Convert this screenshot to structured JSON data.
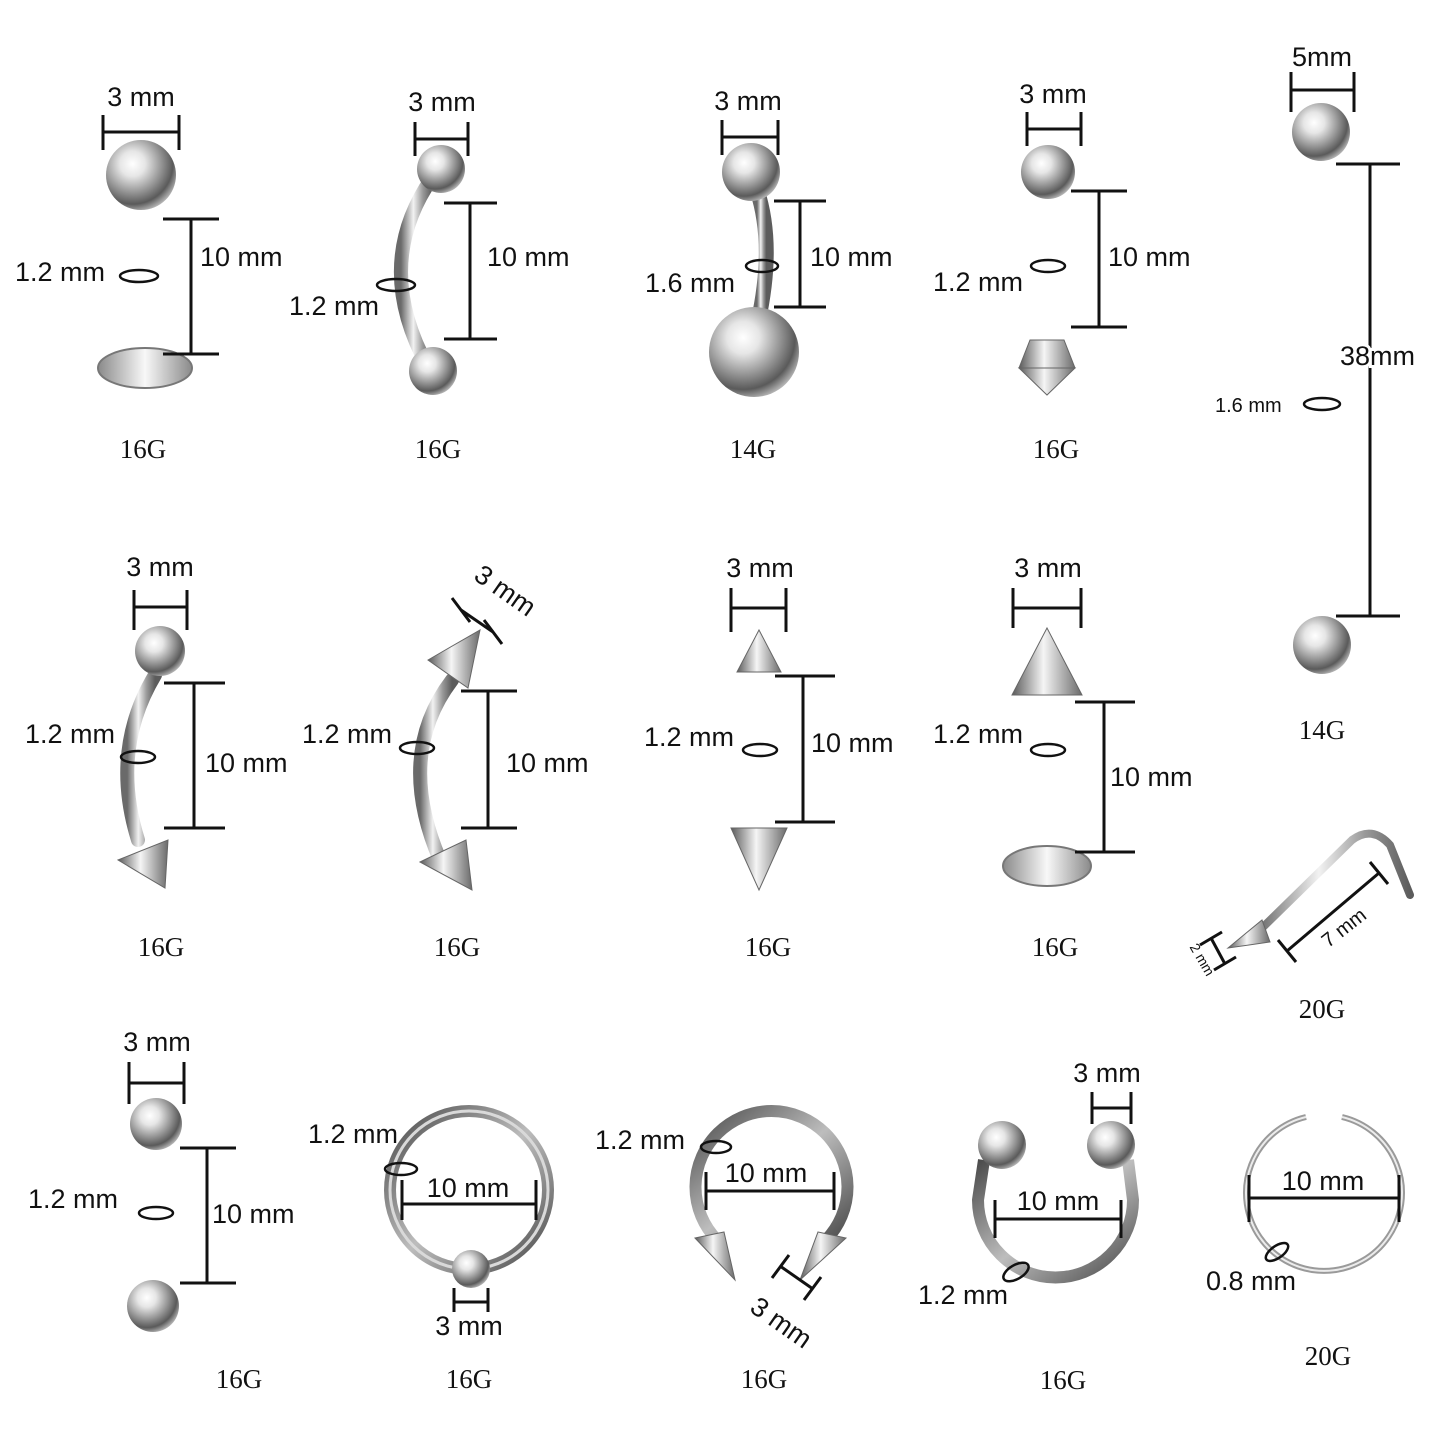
{
  "items": [
    {
      "gauge": "16G",
      "top_dim": "3 mm",
      "length_dim": "10 mm",
      "thickness_dim": "1.2 mm"
    },
    {
      "gauge": "16G",
      "top_dim": "3 mm",
      "length_dim": "10 mm",
      "thickness_dim": "1.2 mm"
    },
    {
      "gauge": "14G",
      "top_dim": "3 mm",
      "length_dim": "10 mm",
      "thickness_dim": "1.6 mm"
    },
    {
      "gauge": "16G",
      "top_dim": "3 mm",
      "length_dim": "10 mm",
      "thickness_dim": "1.2 mm"
    },
    {
      "gauge": "14G",
      "top_dim": "5mm",
      "length_dim": "38mm",
      "thickness_dim": "1.6 mm"
    },
    {
      "gauge": "16G",
      "top_dim": "3 mm",
      "length_dim": "10 mm",
      "thickness_dim": "1.2 mm"
    },
    {
      "gauge": "16G",
      "top_dim": "3 mm",
      "length_dim": "10 mm",
      "thickness_dim": "1.2 mm"
    },
    {
      "gauge": "16G",
      "top_dim": "3 mm",
      "length_dim": "10 mm",
      "thickness_dim": "1.2 mm"
    },
    {
      "gauge": "16G",
      "top_dim": "3 mm",
      "length_dim": "10 mm",
      "thickness_dim": "1.2 mm"
    },
    {
      "gauge": "20G",
      "spike_dim": "2 mm",
      "length_dim": "7 mm"
    },
    {
      "gauge": "16G",
      "top_dim": "3 mm",
      "length_dim": "10 mm",
      "thickness_dim": "1.2 mm"
    },
    {
      "gauge": "16G",
      "ball_dim": "3 mm",
      "diameter_dim": "10 mm",
      "thickness_dim": "1.2 mm"
    },
    {
      "gauge": "16G",
      "spike_dim": "3 mm",
      "diameter_dim": "10 mm",
      "thickness_dim": "1.2 mm"
    },
    {
      "gauge": "16G",
      "top_dim": "3 mm",
      "diameter_dim": "10 mm",
      "thickness_dim": "1.2 mm"
    },
    {
      "gauge": "20G",
      "diameter_dim": "10 mm",
      "thickness_dim": "0.8 mm"
    }
  ]
}
